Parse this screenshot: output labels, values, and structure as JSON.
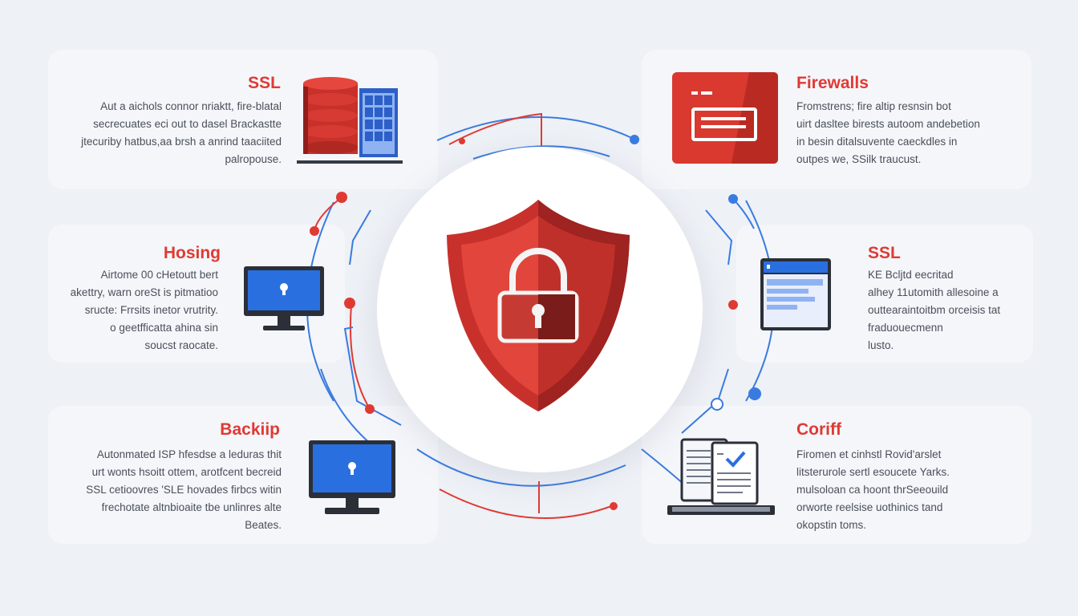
{
  "colors": {
    "accent_red": "#e03a33",
    "accent_blue": "#3a7be0",
    "background": "#eef1f6"
  },
  "center": {
    "icon": "shield-lock-icon"
  },
  "cards": [
    {
      "id": "ssl-top-left",
      "title": "SSL",
      "icon": "database-server-icon",
      "lines": [
        "Aut a aichols connor nriaktt, fire-blatal",
        "secrecuates eci out to dasel Brackastte",
        "jtecuriby hatbus,aa brsh a anrind taaciited",
        "palropouse."
      ]
    },
    {
      "id": "hosting",
      "title": "Hosing",
      "icon": "monitor-lock-icon",
      "lines": [
        "Airtome 00 cHetoutt bert",
        "akettry, warn oreSt is pitmatioo",
        "sructe: Frrsits inetor vrutrity.",
        "o geetfficatta ahina sin",
        "soucst raocate."
      ]
    },
    {
      "id": "backup",
      "title": "Backiip",
      "icon": "monitor-lock-icon",
      "lines": [
        "Autonmated ISP hfesdse a leduras thit",
        "urt wonts hsoitt ottem, arotfcent becreid",
        "SSL cetioovres 'SLE hovades firbcs witin",
        "frechotate altnbioaite tbe unlinres alte",
        "Beates."
      ]
    },
    {
      "id": "firewalls",
      "title": "Firewalls",
      "icon": "firewall-window-icon",
      "lines": [
        "Fromstrens; fire altip resnsin bot",
        "uirt dasltee birests autoom andebetion",
        "in besin ditalsuvente caeckdles in",
        "outpes we, SSilk traucust."
      ]
    },
    {
      "id": "ssl-right",
      "title": "SSL",
      "icon": "browser-window-icon",
      "lines": [
        "KE Bcljtd eecritad",
        "alhey 11utomith allesoine a",
        "outtearaintoitbm orceisis tat",
        "fraduouecmenn",
        "lusto."
      ]
    },
    {
      "id": "coriff",
      "title": "Coriff",
      "icon": "document-check-icon",
      "lines": [
        "Firomen et cinhstl Rovid'arslet",
        "litsterurole sertl esoucete Yarks.",
        "mulsoloan ca hoont thrSeeouild",
        "orworte reelsise uothinics tand",
        "okopstin toms."
      ]
    }
  ]
}
